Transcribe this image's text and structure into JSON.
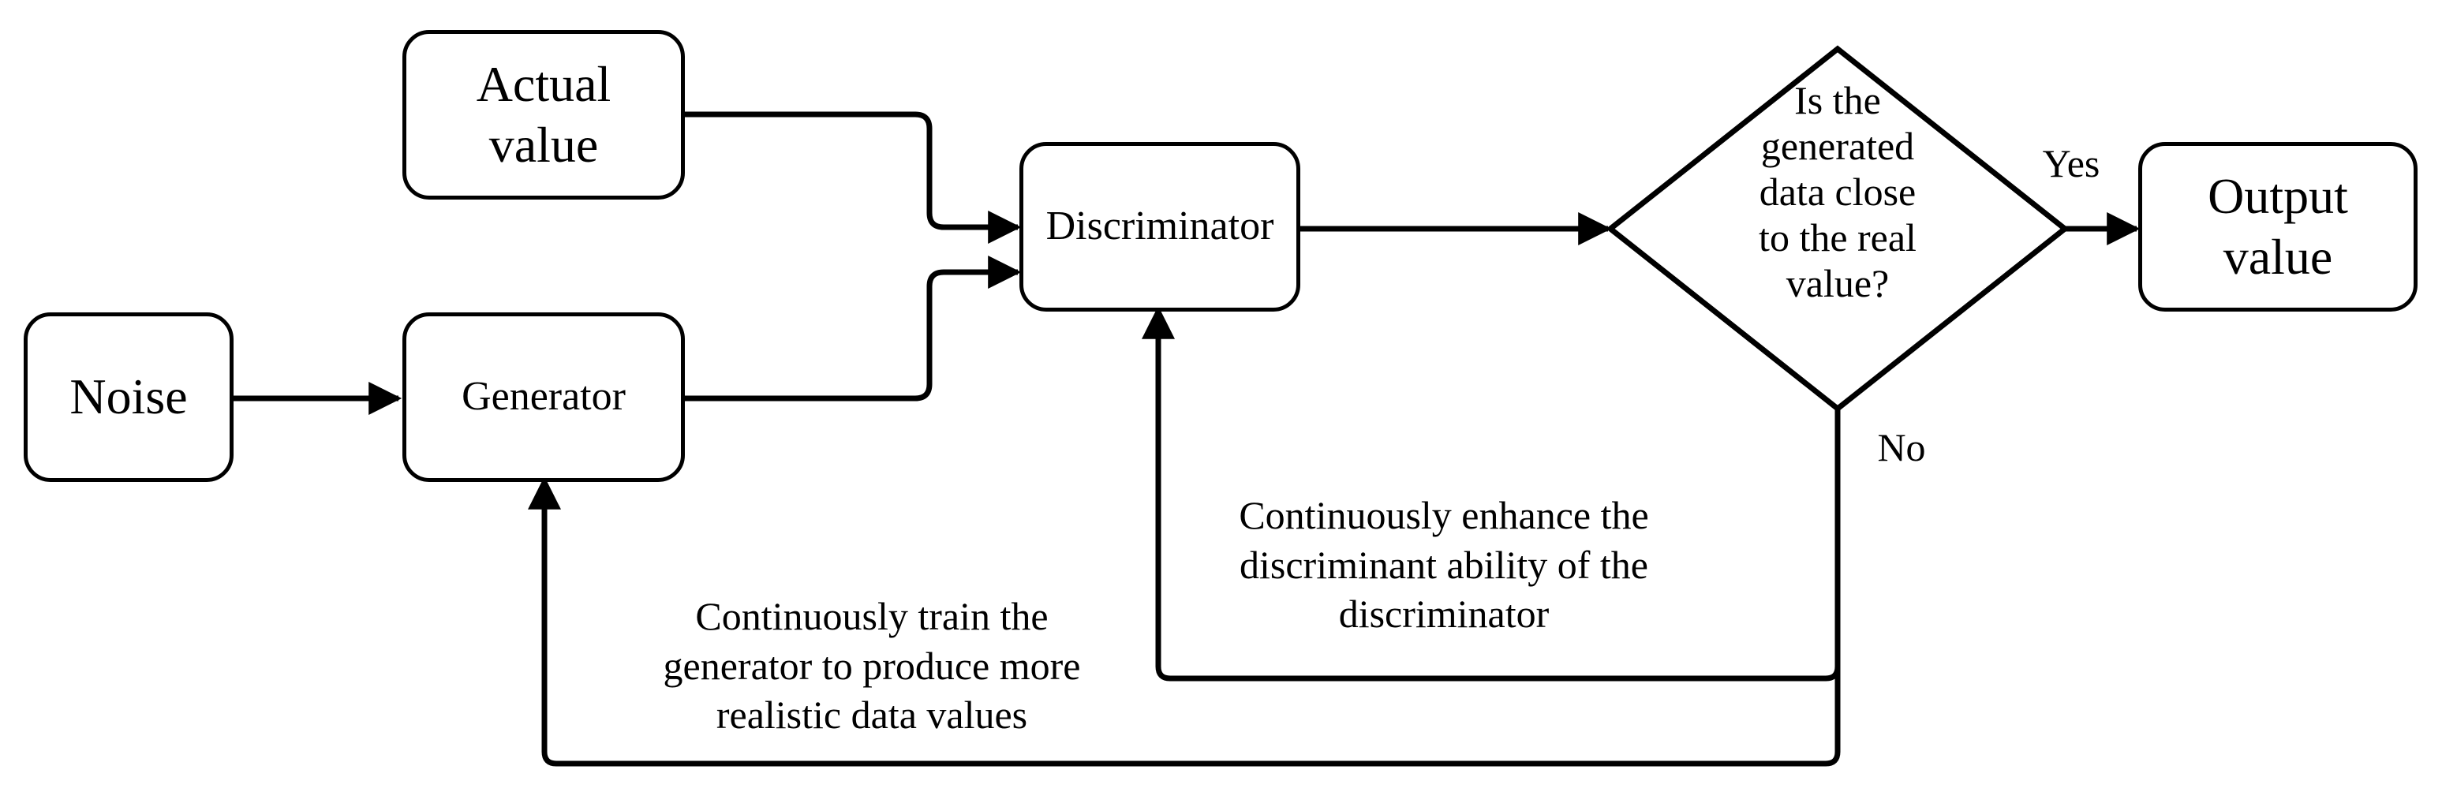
{
  "nodes": {
    "actual_value": "Actual\nvalue",
    "noise": "Noise",
    "generator": "Generator",
    "discriminator": "Discriminator",
    "decision": "Is the\ngenerated\ndata close\nto the real\nvalue?",
    "output_value": "Output\nvalue"
  },
  "edge_labels": {
    "yes": "Yes",
    "no": "No"
  },
  "feedback": {
    "discriminator_note": "Continuously enhance the\ndiscriminant ability of the\ndiscriminator",
    "generator_note": "Continuously train the\ngenerator to produce more\nrealistic data values"
  }
}
